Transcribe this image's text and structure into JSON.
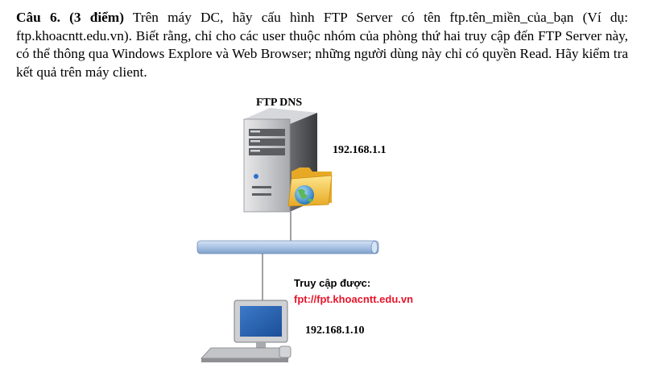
{
  "question": {
    "label": "Câu 6. (3 điểm)",
    "body": " Trên máy DC, hãy cấu hình FTP Server có tên ftp.tên_miền_của_bạn (Ví dụ: ftp.khoacntt.edu.vn). Biết rằng, chỉ cho các user thuộc nhóm của phòng thứ hai truy cập đến FTP Server này, có thể thông qua Windows Explore và Web Browser; những người dùng này chỉ có quyền Read. Hãy kiểm tra kết quả trên máy client."
  },
  "diagram": {
    "server": {
      "services": "FTP  DNS",
      "ip": "192.168.1.1"
    },
    "client": {
      "access_title": "Truy cập được:",
      "access_url": "fpt://fpt.khoacntt.edu.vn",
      "ip": "192.168.1.10"
    },
    "colors": {
      "network_bar": "#a9c3e3",
      "url_text": "#e8142a"
    }
  }
}
